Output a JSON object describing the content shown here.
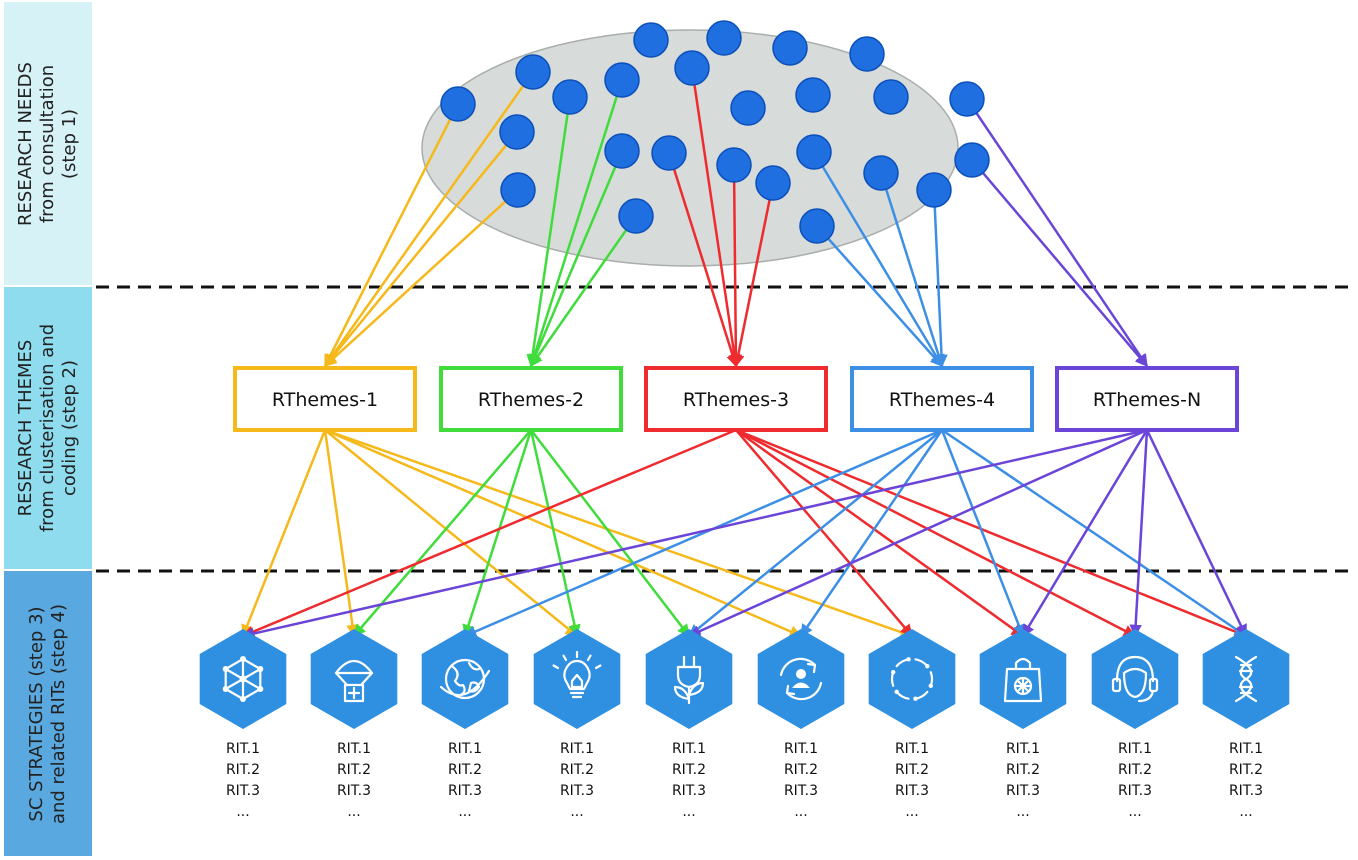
{
  "bands": [
    {
      "id": "needs",
      "lines": [
        "RESEARCH NEEDS",
        "from consultation",
        "(step 1)"
      ],
      "color": "#d6f2f6"
    },
    {
      "id": "themes",
      "lines": [
        "RESEARCH THEMES",
        "from clusterisation and",
        "coding (step 2)"
      ],
      "color": "#8fdcef"
    },
    {
      "id": "strategies",
      "lines": [
        "SC STRATEGIES (step 3)",
        "and related RITs (step 4)"
      ],
      "color": "#5aa8e0"
    }
  ],
  "themes": [
    {
      "label": "RThemes-1",
      "color": "#f5b91c"
    },
    {
      "label": "RThemes-2",
      "color": "#3fdc3c"
    },
    {
      "label": "RThemes-3",
      "color": "#ee2b2e"
    },
    {
      "label": "RThemes-4",
      "color": "#3d8fe6"
    },
    {
      "label": "RThemes-N",
      "color": "#6a45d8"
    }
  ],
  "strategies": [
    {
      "icon": "network-icon",
      "rits": [
        "RIT.1",
        "RIT.2",
        "RIT.3",
        "..."
      ]
    },
    {
      "icon": "parachute-aid-icon",
      "rits": [
        "RIT.1",
        "RIT.2",
        "RIT.3",
        "..."
      ]
    },
    {
      "icon": "globe-icon",
      "rits": [
        "RIT.1",
        "RIT.2",
        "RIT.3",
        "..."
      ]
    },
    {
      "icon": "lightbulb-icon",
      "rits": [
        "RIT.1",
        "RIT.2",
        "RIT.3",
        "..."
      ]
    },
    {
      "icon": "plug-leaf-icon",
      "rits": [
        "RIT.1",
        "RIT.2",
        "RIT.3",
        "..."
      ]
    },
    {
      "icon": "user-cycle-icon",
      "rits": [
        "RIT.1",
        "RIT.2",
        "RIT.3",
        "..."
      ]
    },
    {
      "icon": "circular-arrows-icon",
      "rits": [
        "RIT.1",
        "RIT.2",
        "RIT.3",
        "..."
      ]
    },
    {
      "icon": "shopping-bag-icon",
      "rits": [
        "RIT.1",
        "RIT.2",
        "RIT.3",
        "..."
      ]
    },
    {
      "icon": "headset-icon",
      "rits": [
        "RIT.1",
        "RIT.2",
        "RIT.3",
        "..."
      ]
    },
    {
      "icon": "dna-icon",
      "rits": [
        "RIT.1",
        "RIT.2",
        "RIT.3",
        "..."
      ]
    }
  ],
  "need_links": [
    {
      "theme": 0,
      "needs": [
        0,
        1,
        2,
        3
      ]
    },
    {
      "theme": 1,
      "needs": [
        4,
        5,
        6,
        7
      ]
    },
    {
      "theme": 2,
      "needs": [
        8,
        9,
        10,
        11
      ]
    },
    {
      "theme": 3,
      "needs": [
        12,
        13,
        14,
        15
      ]
    },
    {
      "theme": 4,
      "needs": [
        16,
        17
      ]
    }
  ],
  "strategy_links": [
    {
      "theme": 0,
      "strategies": [
        0,
        1,
        3,
        5,
        6
      ]
    },
    {
      "theme": 1,
      "strategies": [
        1,
        2,
        3,
        4
      ]
    },
    {
      "theme": 2,
      "strategies": [
        0,
        6,
        7,
        8,
        9
      ]
    },
    {
      "theme": 3,
      "strategies": [
        2,
        4,
        5,
        7,
        9
      ]
    },
    {
      "theme": 4,
      "strategies": [
        0,
        4,
        7,
        8,
        9
      ]
    }
  ],
  "colors": {
    "need_dot": "#1f6fe0",
    "need_dot_stroke": "#0b4fb8",
    "cloud_fill": "#d7dbd9",
    "cloud_stroke": "#a9aeab",
    "hexagon": "#2f8fe0",
    "divider": "#111111"
  }
}
